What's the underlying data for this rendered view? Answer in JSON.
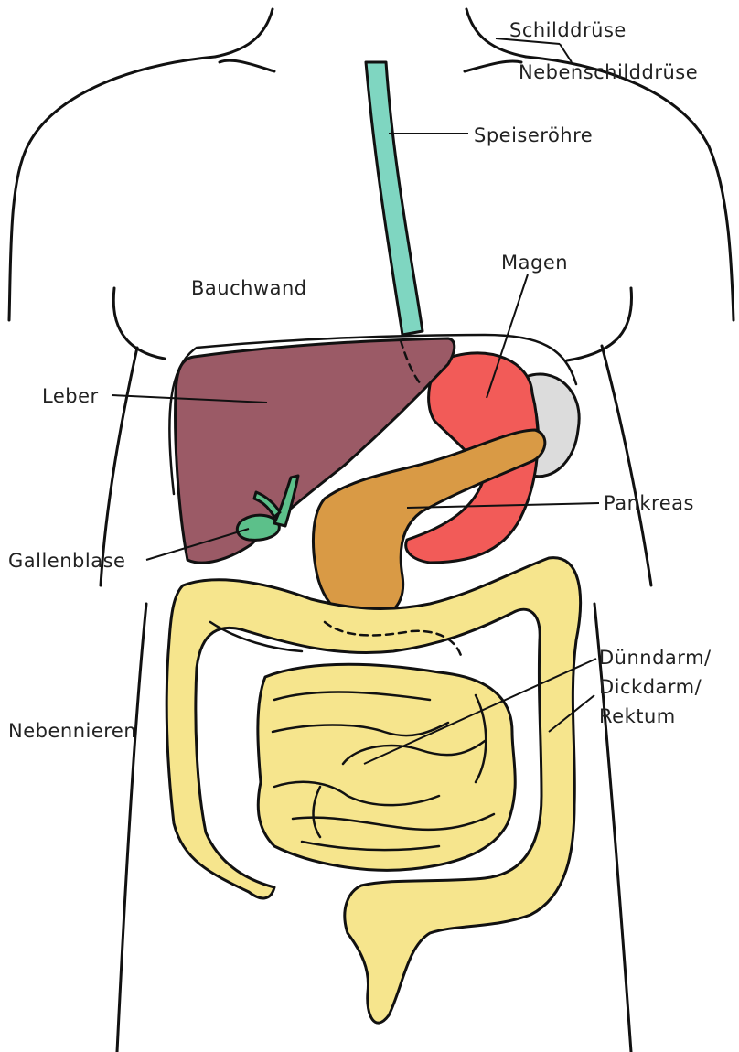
{
  "labels": {
    "schilddruese": "Schilddrüse",
    "nebenschilddruese": "Nebenschilddrüse",
    "speiseroehre": "Speiseröhre",
    "magen": "Magen",
    "bauchwand": "Bauchwand",
    "leber": "Leber",
    "pankreas": "Pankreas",
    "gallenblase": "Gallenblase",
    "duenndarm": "Dünndarm/",
    "dickdarm": "Dickdarm/",
    "rektum": "Rektum",
    "nebennieren": "Nebennieren"
  },
  "colors": {
    "esophagus": "#7fd6c1",
    "liver": "#9b5a66",
    "stomach": "#f25b58",
    "spleen": "#dcdcdc",
    "pancreas": "#d99a45",
    "gallbladder": "#5cc08a",
    "intestine": "#f6e58d"
  }
}
